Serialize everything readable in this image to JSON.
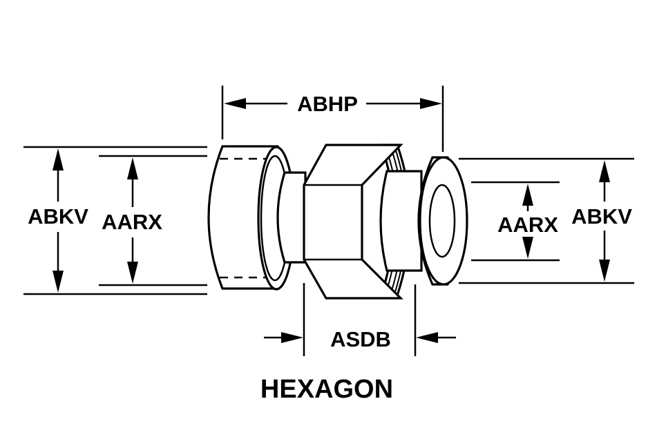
{
  "labels": {
    "overall_length": "ABHP",
    "outer_diameter_left": "ABKV",
    "inner_diameter_left": "AARX",
    "inner_diameter_right": "AARX",
    "outer_diameter_right": "ABKV",
    "hex_width": "ASDB",
    "caption": "HEXAGON"
  },
  "colors": {
    "line": "#000000",
    "background": "#ffffff"
  }
}
